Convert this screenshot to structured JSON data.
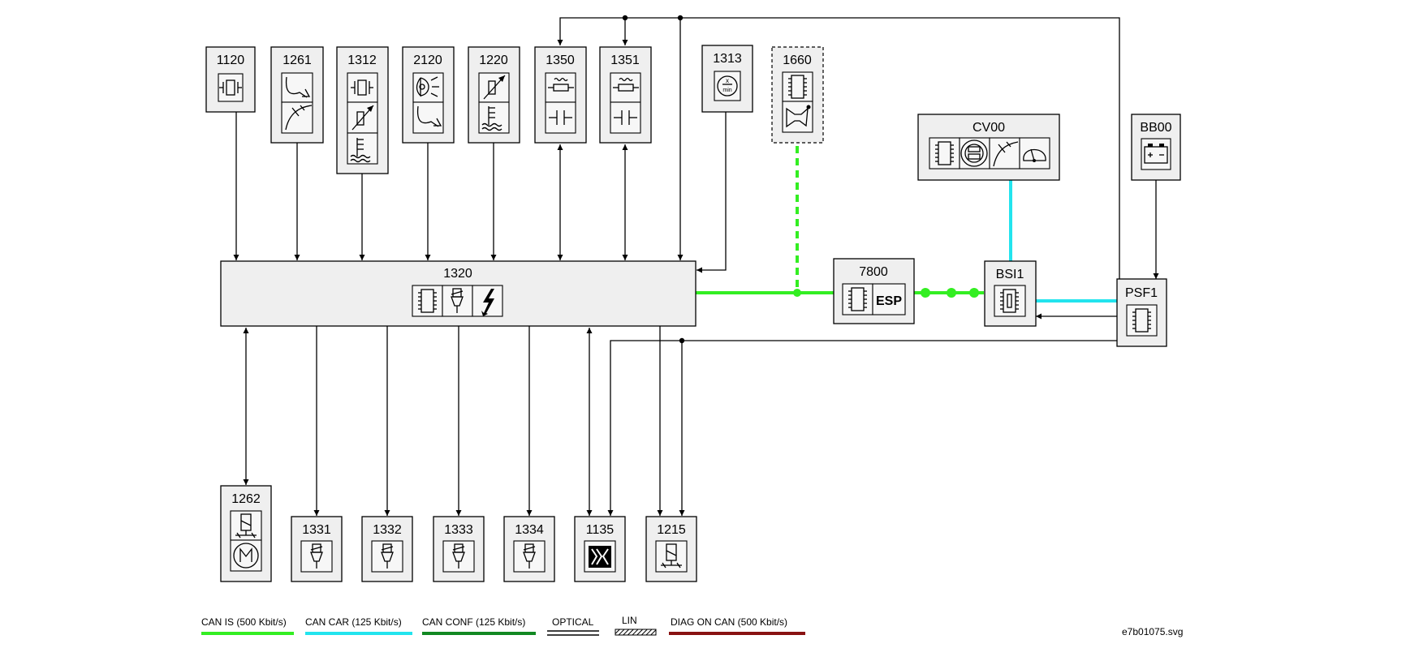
{
  "colors": {
    "can_is": "#33ee22",
    "can_car": "#22e4ee",
    "can_conf": "#118822",
    "diag_on_can": "#881111",
    "box_fill": "#efefef"
  },
  "modules": {
    "m1120": "1120",
    "m1261": "1261",
    "m1312": "1312",
    "m2120": "2120",
    "m1220": "1220",
    "m1350": "1350",
    "m1351": "1351",
    "m1313": "1313",
    "m1660": "1660",
    "cv00": "CV00",
    "bb00": "BB00",
    "m1320": "1320",
    "m7800": "7800",
    "bsi1": "BSI1",
    "psf1": "PSF1",
    "m1262": "1262",
    "m1331": "1331",
    "m1332": "1332",
    "m1333": "1333",
    "m1334": "1334",
    "m1135": "1135",
    "m1215": "1215"
  },
  "icons": {
    "esp": "ESP",
    "min": "min",
    "x": "x"
  },
  "legend": {
    "can_is": "CAN IS (500 Kbit/s)",
    "can_car": "CAN CAR (125 Kbit/s)",
    "can_conf": "CAN CONF (125 Kbit/s)",
    "optical": "OPTICAL",
    "lin": "LIN",
    "diag": "DIAG ON CAN  (500 Kbit/s)"
  },
  "filename": "e7b01075.svg"
}
